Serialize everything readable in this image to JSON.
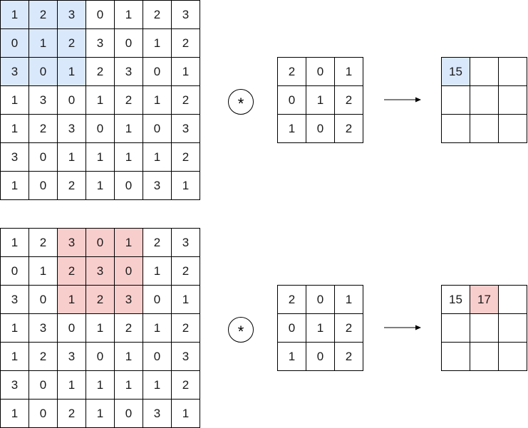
{
  "diagrams": [
    {
      "input": {
        "rows": [
          [
            "1",
            "2",
            "3",
            "0",
            "1",
            "2",
            "3"
          ],
          [
            "0",
            "1",
            "2",
            "3",
            "0",
            "1",
            "2"
          ],
          [
            "3",
            "0",
            "1",
            "2",
            "3",
            "0",
            "1"
          ],
          [
            "1",
            "3",
            "0",
            "1",
            "2",
            "1",
            "2"
          ],
          [
            "1",
            "2",
            "3",
            "0",
            "1",
            "0",
            "3"
          ],
          [
            "3",
            "0",
            "1",
            "1",
            "1",
            "1",
            "2"
          ],
          [
            "1",
            "0",
            "2",
            "1",
            "0",
            "3",
            "1"
          ]
        ],
        "highlight_rows": [
          0,
          2
        ],
        "highlight_cols": [
          0,
          2
        ]
      },
      "operator": "*",
      "kernel": {
        "rows": [
          [
            "2",
            "0",
            "1"
          ],
          [
            "0",
            "1",
            "2"
          ],
          [
            "1",
            "0",
            "2"
          ]
        ]
      },
      "output": {
        "rows": [
          [
            "15",
            "",
            ""
          ],
          [
            "",
            "",
            ""
          ],
          [
            "",
            "",
            ""
          ]
        ],
        "highlight_cell": [
          0,
          0
        ]
      },
      "highlight_color": "#dae8fc"
    },
    {
      "input": {
        "rows": [
          [
            "1",
            "2",
            "3",
            "0",
            "1",
            "2",
            "3"
          ],
          [
            "0",
            "1",
            "2",
            "3",
            "0",
            "1",
            "2"
          ],
          [
            "3",
            "0",
            "1",
            "2",
            "3",
            "0",
            "1"
          ],
          [
            "1",
            "3",
            "0",
            "1",
            "2",
            "1",
            "2"
          ],
          [
            "1",
            "2",
            "3",
            "0",
            "1",
            "0",
            "3"
          ],
          [
            "3",
            "0",
            "1",
            "1",
            "1",
            "1",
            "2"
          ],
          [
            "1",
            "0",
            "2",
            "1",
            "0",
            "3",
            "1"
          ]
        ],
        "highlight_rows": [
          0,
          2
        ],
        "highlight_cols": [
          2,
          4
        ]
      },
      "operator": "*",
      "kernel": {
        "rows": [
          [
            "2",
            "0",
            "1"
          ],
          [
            "0",
            "1",
            "2"
          ],
          [
            "1",
            "0",
            "2"
          ]
        ]
      },
      "output": {
        "rows": [
          [
            "15",
            "17",
            ""
          ],
          [
            "",
            "",
            ""
          ],
          [
            "",
            "",
            ""
          ]
        ],
        "highlight_cell": [
          0,
          1
        ]
      },
      "highlight_color": "#f8cecc"
    }
  ]
}
